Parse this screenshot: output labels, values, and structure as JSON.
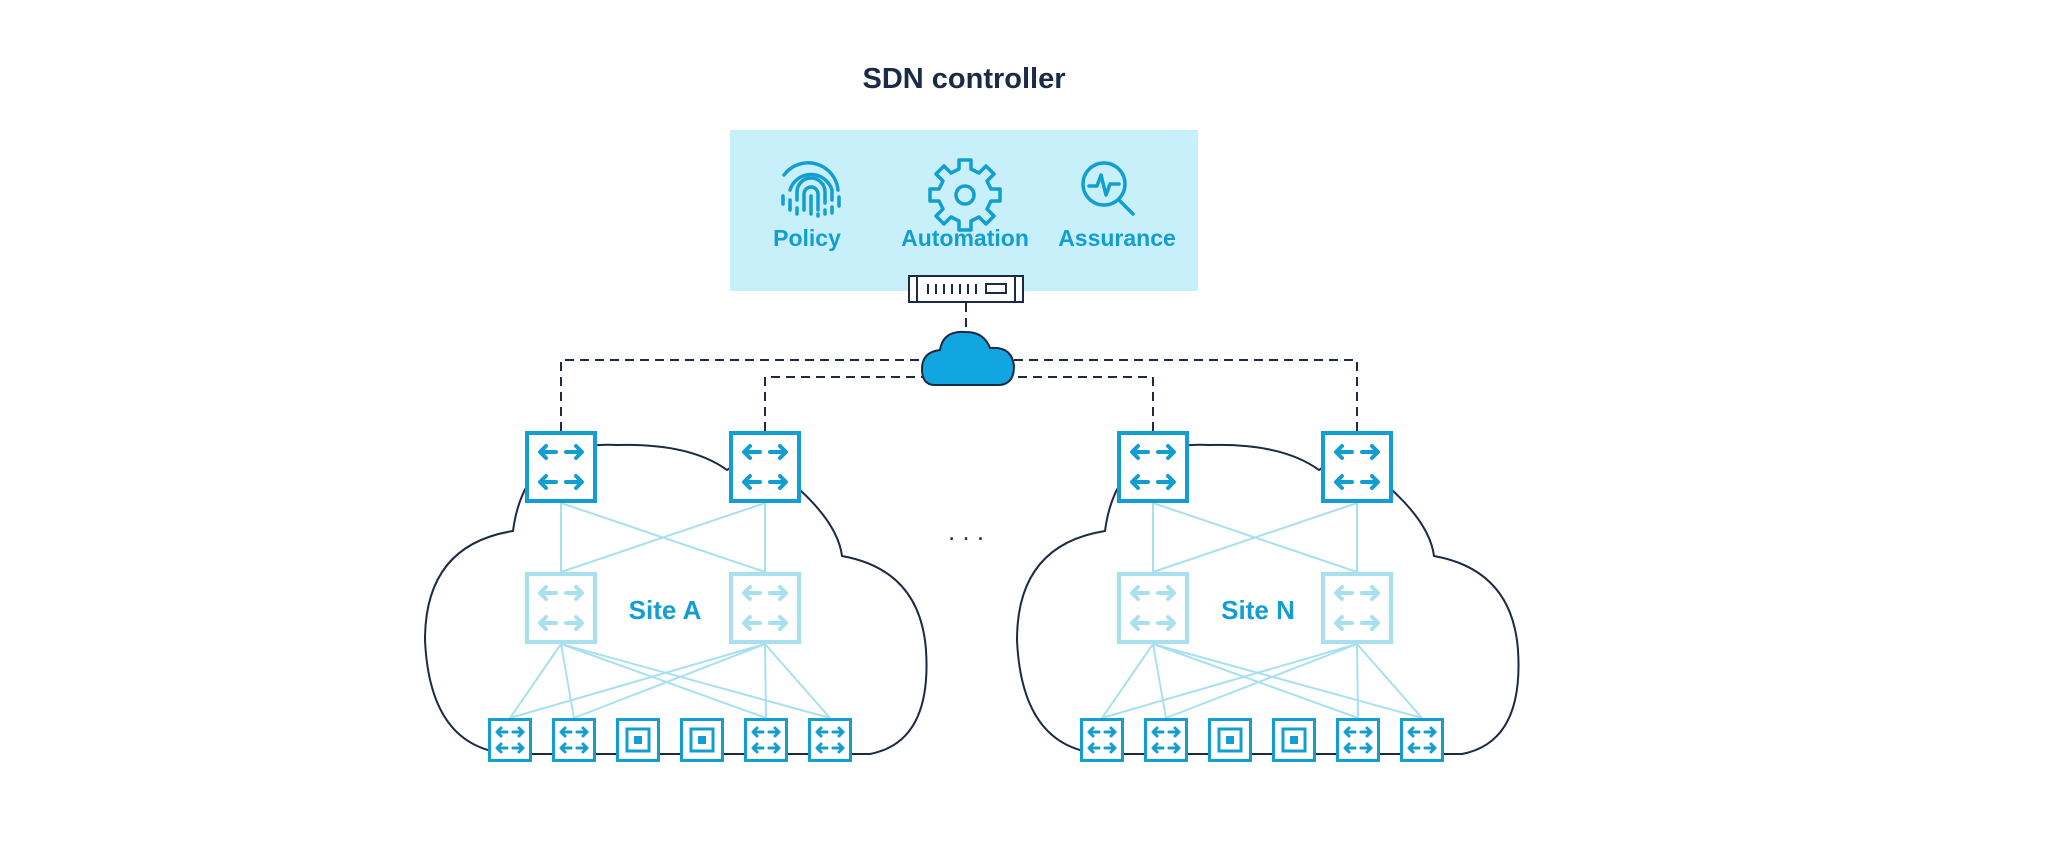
{
  "diagram": {
    "title": "SDN controller",
    "controller": {
      "features": [
        {
          "label": "Policy",
          "icon": "fingerprint-icon"
        },
        {
          "label": "Automation",
          "icon": "gear-icon"
        },
        {
          "label": "Assurance",
          "icon": "magnifier-pulse-icon"
        }
      ],
      "appliance_icon": "server-appliance-icon"
    },
    "wan_icon": "cloud-icon",
    "ellipsis": ". . .",
    "sites": [
      {
        "label": "Site A"
      },
      {
        "label": "Site N"
      }
    ],
    "leaf_types": [
      "router",
      "router",
      "endpoint",
      "endpoint",
      "router",
      "router"
    ],
    "colors": {
      "accent": "#129ed0",
      "faded": "#a9e0ef",
      "panel": "#c8f0fa",
      "cloud_fill": "#12a6e0",
      "outline": "#1b2a45",
      "title": "#1b2a45"
    }
  }
}
